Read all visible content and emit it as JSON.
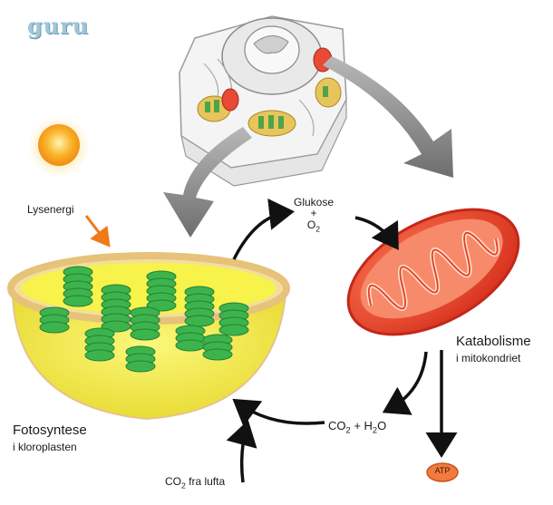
{
  "logo": {
    "text": "guru"
  },
  "labels": {
    "light": "Lysenergi",
    "glucose": "Glukose",
    "plus": "+",
    "o2": "O",
    "o2_sub": "2",
    "co2h2o_a": "CO",
    "co2h2o_sub1": "2",
    "co2h2o_b": " + H",
    "co2h2o_sub2": "2",
    "co2h2o_c": "O",
    "co2air_a": "CO",
    "co2air_sub": "2",
    "co2air_b": " fra lufta",
    "photo_title": "Fotosyntese",
    "photo_sub": "i kloroplasten",
    "kata_title": "Katabolisme",
    "kata_sub": "i mitokondriet",
    "atp": "ATP"
  },
  "colors": {
    "sun": "#f6a21a",
    "sun_core": "#fff2a0",
    "arrow_orange": "#f07a18",
    "chloroplast_outer": "#f2d9a0",
    "chloroplast_fill": "#f4ef3a",
    "thylakoid": "#3cb44b",
    "mito_outer": "#e8402a",
    "mito_inner": "#f7b08a",
    "big_arrow": "#7a7a7a",
    "atp": "#f27a3c"
  }
}
